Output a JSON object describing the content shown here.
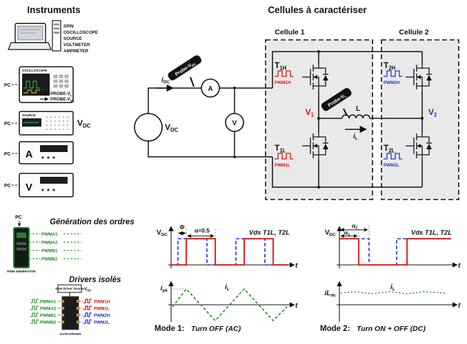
{
  "labels": {
    "pc": "PC"
  },
  "colors": {
    "red": "#d81111",
    "blue": "#2233cc",
    "green": "#1e8a1e",
    "cell_fill": "#e9e9e9"
  },
  "instruments": {
    "title": "Instruments",
    "pc_list": [
      "SPIN",
      "OSCILLOSCOPE",
      "SOURCE",
      "VOLTMETER",
      "AMPMETER"
    ],
    "oscilloscope": {
      "label": "OSCILLOSCOPE",
      "probe_vl": {
        "base": "PROBE-V",
        "sub": "L"
      },
      "probe_vdc": {
        "base": "PROBE-V",
        "sub": "DC"
      }
    },
    "source": {
      "label": "SOURCE",
      "name": {
        "base": "V",
        "sub": "DC"
      }
    },
    "ammeter": {
      "label": "A"
    },
    "voltmeter": {
      "label": "V"
    }
  },
  "generation": {
    "title": "Génération des ordres",
    "generator_label": "PWM GENERATOR",
    "outputs": [
      "PWMA1",
      "PWMA2",
      "PWMB1",
      "PWMB2"
    ]
  },
  "drivers": {
    "title": "Drivers isolés",
    "source_label": "Gate Driver Source",
    "vdd": {
      "base": "V",
      "sub": "DD"
    },
    "gate_driver_label": "GATE DRIVER",
    "inputs": [
      "PWMA1",
      "PWMA2",
      "PWMB1",
      "PWMB2"
    ],
    "outputs_red": [
      "PWM1H",
      "PWM1L"
    ],
    "outputs_blue": [
      "PWM2H",
      "PWM2L"
    ]
  },
  "circuit": {
    "title": "Cellules à caractériser",
    "cell1_label": "Cellule 1",
    "cell2_label": "Cellule 2",
    "vdc": {
      "base": "V",
      "sub": "DC"
    },
    "idc": {
      "base": "i",
      "sub": "DC"
    },
    "probe_vdc": {
      "base": "Probe-V",
      "sub": "DC"
    },
    "probe_vl": {
      "base": "Probe-V",
      "sub": "L"
    },
    "ammeter": "A",
    "voltmeter": "V",
    "t1h": {
      "base": "T",
      "sub": "1H"
    },
    "t1l": {
      "base": "T",
      "sub": "1L"
    },
    "t2h": {
      "base": "T",
      "sub": "2H"
    },
    "t2l": {
      "base": "T",
      "sub": "2L"
    },
    "pwm1h": "PWM1H",
    "pwm1l": "PWM1L",
    "pwm2h": "PWM2H",
    "pwm2l": "PWM2L",
    "v1": {
      "base": "V",
      "sub": "1"
    },
    "v2": {
      "base": "V",
      "sub": "2"
    },
    "inductor_label": "L",
    "il": {
      "base": "i",
      "sub": "L"
    }
  },
  "mode1": {
    "vdc": {
      "base": "V",
      "sub": "DC"
    },
    "phi": "Φ",
    "alpha": "α=0.5",
    "vds_label": "Vds T1L, T2L",
    "t_top": "t",
    "ipk": {
      "base": "i",
      "sub": "pk"
    },
    "il": {
      "base": "i",
      "sub": "L"
    },
    "t_bottom": "t",
    "caption_title": "Mode 1:",
    "caption_text": "Turn OFF (AC)"
  },
  "mode2": {
    "vdc": {
      "base": "V",
      "sub": "DC"
    },
    "alpha2": {
      "base": "α",
      "sub": "2"
    },
    "alpha1": {
      "base": "α",
      "sub": "1"
    },
    "vds_label": "Vds T1L, T2L",
    "t_top": "t",
    "ildc": {
      "base": "iL",
      "sub": "dc"
    },
    "il": {
      "base": "i",
      "sub": "L"
    },
    "t_bottom": "t",
    "caption_title": "Mode 2:",
    "caption_text": "Turn ON + OFF (DC)"
  }
}
